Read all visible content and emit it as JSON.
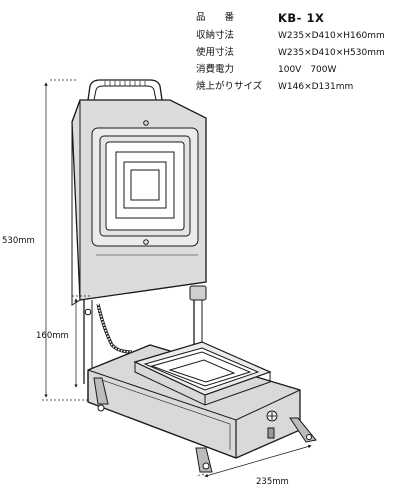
{
  "specs": [
    {
      "label": "品　　番",
      "value": "KB- 1X"
    },
    {
      "label": "収納寸法",
      "value": "W235×D410×H160mm"
    },
    {
      "label": "使用寸法",
      "value": "W235×D410×H530mm"
    },
    {
      "label": "消費電力",
      "value": "100V　700W"
    },
    {
      "label": "焼上がりサイズ",
      "value": "W146×D131mm"
    }
  ],
  "dimensions": {
    "height_open": "530mm",
    "height_closed": "160mm",
    "width": "235mm"
  },
  "colors": {
    "line": "#1a1a1a",
    "body_gray": "#d9d9d9",
    "dark_gray": "#9a9a9a",
    "light_gray": "#ececec"
  }
}
